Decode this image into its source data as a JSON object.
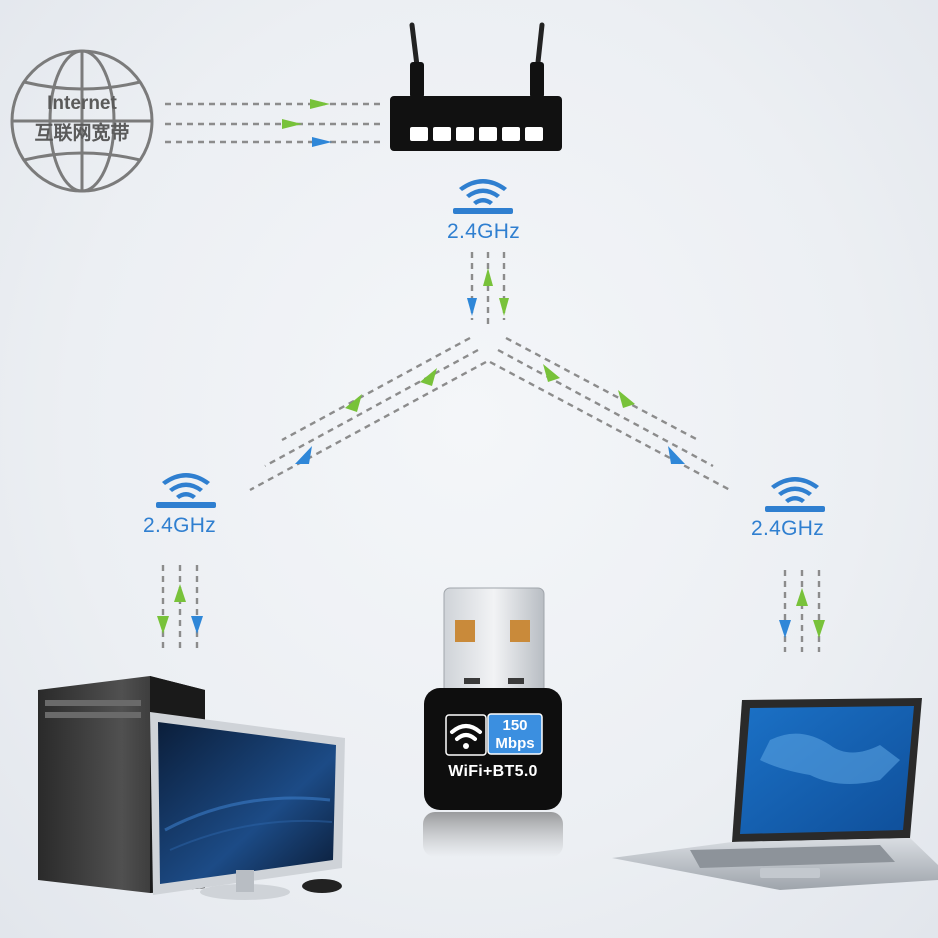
{
  "internet": {
    "label_en": "Internet",
    "label_cn": "互联网宽带",
    "icon": "globe-icon"
  },
  "router": {
    "icon": "router-icon"
  },
  "signals": {
    "router": "2.4GHz",
    "desktop": "2.4GHz",
    "laptop": "2.4GHz"
  },
  "dongle": {
    "speed_value": "150",
    "speed_unit": "Mbps",
    "model": "WiFi+BT5.0",
    "icon": "wifi-icon"
  },
  "devices": {
    "desktop": "desktop-computer-icon",
    "laptop": "laptop-icon"
  },
  "colors": {
    "signal_blue": "#2f7fd0",
    "arrow_green": "#78c23a",
    "arrow_blue": "#2f87d8",
    "dash_gray": "#8c8c8c",
    "dongle_badge": "#3b8fe0"
  }
}
